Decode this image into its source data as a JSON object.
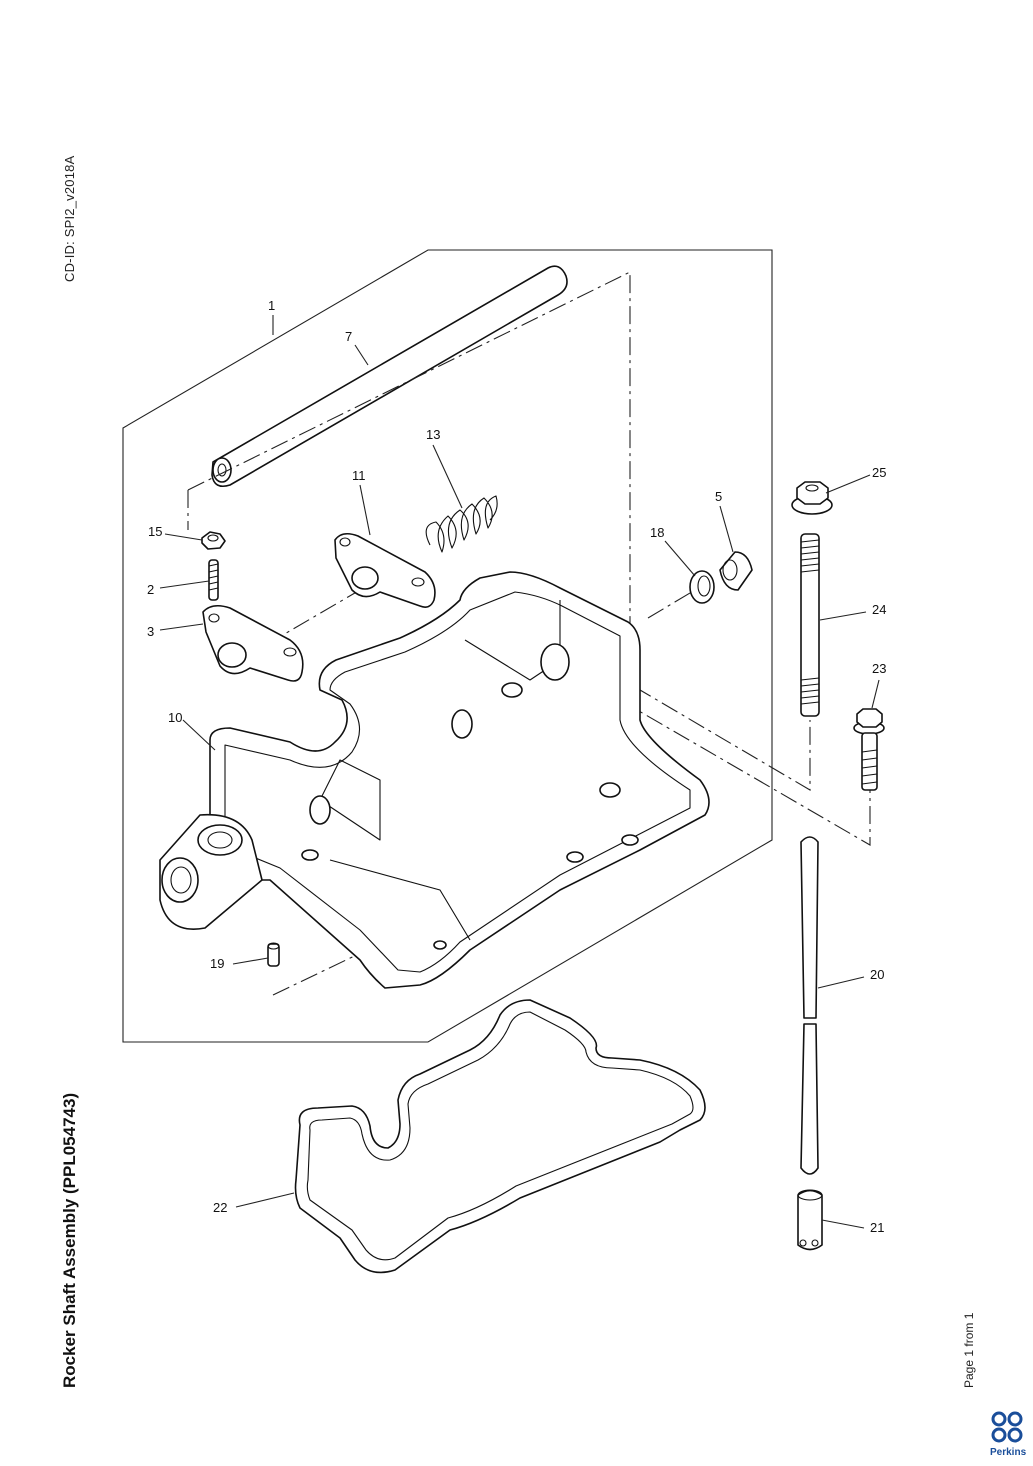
{
  "document": {
    "cd_id": "CD-ID: SPI2_v2018A",
    "title": "Rocker Shaft Assembly (PPL054743)",
    "page_info": "Page 1 from 1",
    "brand": "Perkins",
    "brand_color": "#1a4e9a"
  },
  "callouts": {
    "c1": "1",
    "c2": "2",
    "c3": "3",
    "c5": "5",
    "c7": "7",
    "c10": "10",
    "c11": "11",
    "c13": "13",
    "c15": "15",
    "c18": "18",
    "c19": "19",
    "c20": "20",
    "c21": "21",
    "c22": "22",
    "c23": "23",
    "c24": "24",
    "c25": "25"
  }
}
